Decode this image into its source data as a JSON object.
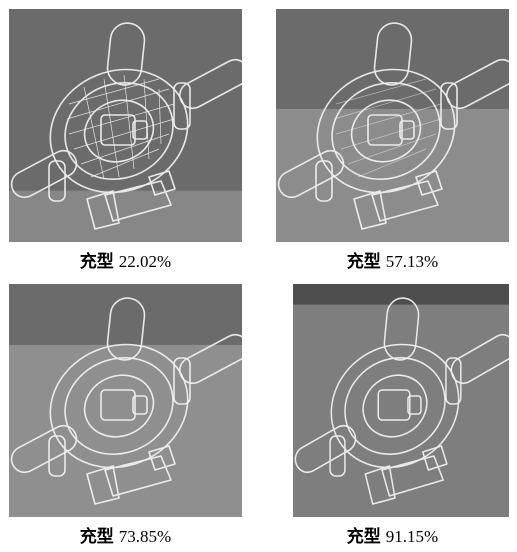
{
  "figures": [
    {
      "stage_label": "充型",
      "fill_value": "22.02%",
      "background": "#6b6b6b",
      "fill_fraction": 0.2202
    },
    {
      "stage_label": "充型",
      "fill_value": "57.13%",
      "background": "#6b6b6b",
      "fill_fraction": 0.5713
    },
    {
      "stage_label": "充型",
      "fill_value": "73.85%",
      "background": "#6b6b6b",
      "fill_fraction": 0.7385
    },
    {
      "stage_label": "充型",
      "fill_value": "91.15%",
      "background": "#4e4e4e",
      "fill_fraction": 0.9115
    }
  ]
}
